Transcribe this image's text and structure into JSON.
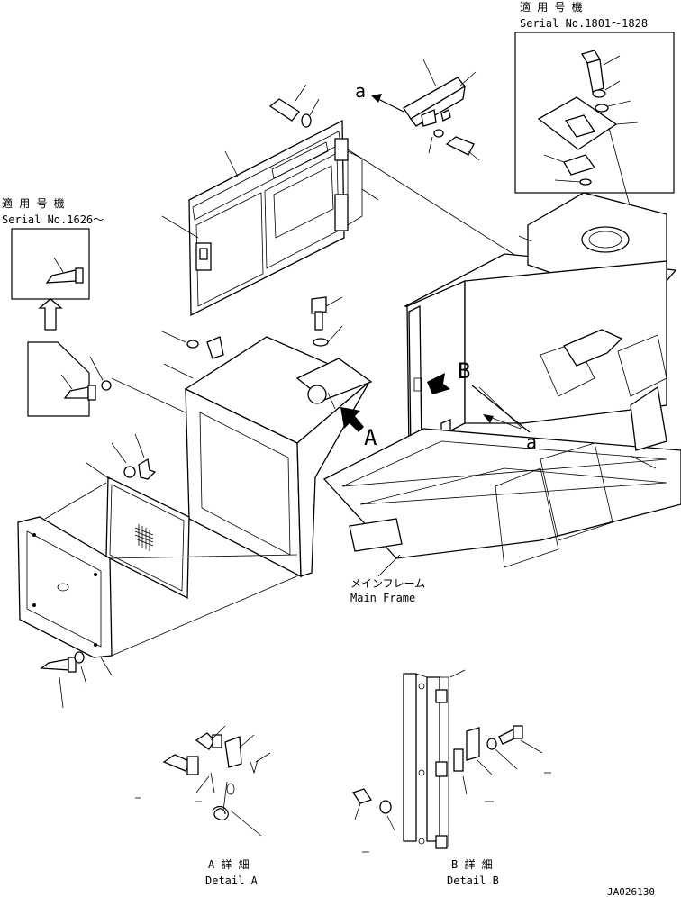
{
  "inset_top_right": {
    "label_jp": "適 用 号 機",
    "label_serial": "Serial No.1801～1828"
  },
  "inset_left": {
    "label_jp": "適 用 号 機",
    "label_serial": "Serial No.1626～"
  },
  "view_markers": {
    "a_upper": "a",
    "a_lower": "a",
    "A": "A",
    "B": "B"
  },
  "main_frame": {
    "label_jp": "メインフレーム",
    "label_en": "Main Frame"
  },
  "detail_a": {
    "label_jp": "A 詳 細",
    "label_en": "Detail A"
  },
  "detail_b": {
    "label_jp": "B 詳 細",
    "label_en": "Detail B"
  },
  "drawing_number": "JA026130"
}
